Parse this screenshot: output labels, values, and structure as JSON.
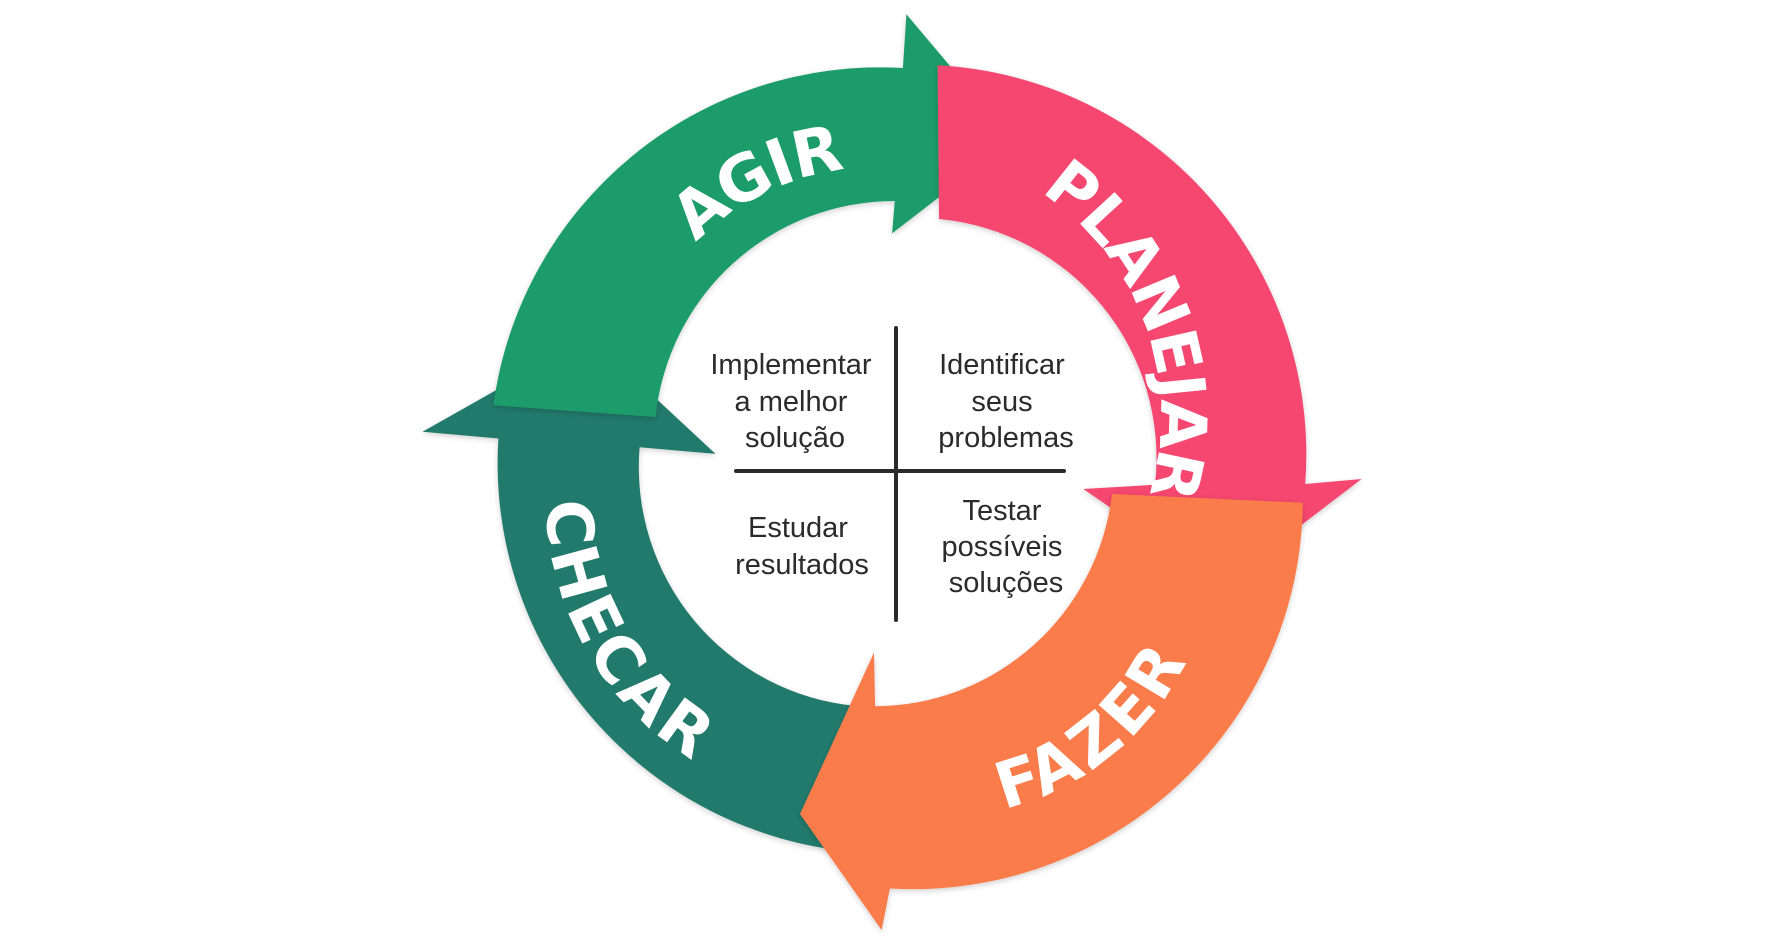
{
  "phases": [
    {
      "key": "agir",
      "label": "AGIR",
      "color": "#1e9c6b",
      "shade": "#178059"
    },
    {
      "key": "planejar",
      "label": "PLANEJAR",
      "color": "#f5466f",
      "shade": "#d4305a"
    },
    {
      "key": "fazer",
      "label": "FAZER",
      "color": "#fb7b4c",
      "shade": "#e0602f"
    },
    {
      "key": "checar",
      "label": "CHECAR",
      "color": "#237a6c",
      "shade": "#1b6258"
    }
  ],
  "quadrants": {
    "top_left": [
      "Implementar",
      "a melhor",
      "solução"
    ],
    "top_right": [
      "Identificar",
      "seus",
      "problemas"
    ],
    "bottom_left": [
      "Estudar",
      "resultados"
    ],
    "bottom_right": [
      "Testar",
      "possíveis",
      "soluções"
    ]
  },
  "colors": {
    "background": "#ffffff",
    "text": "#2b2b2b"
  }
}
